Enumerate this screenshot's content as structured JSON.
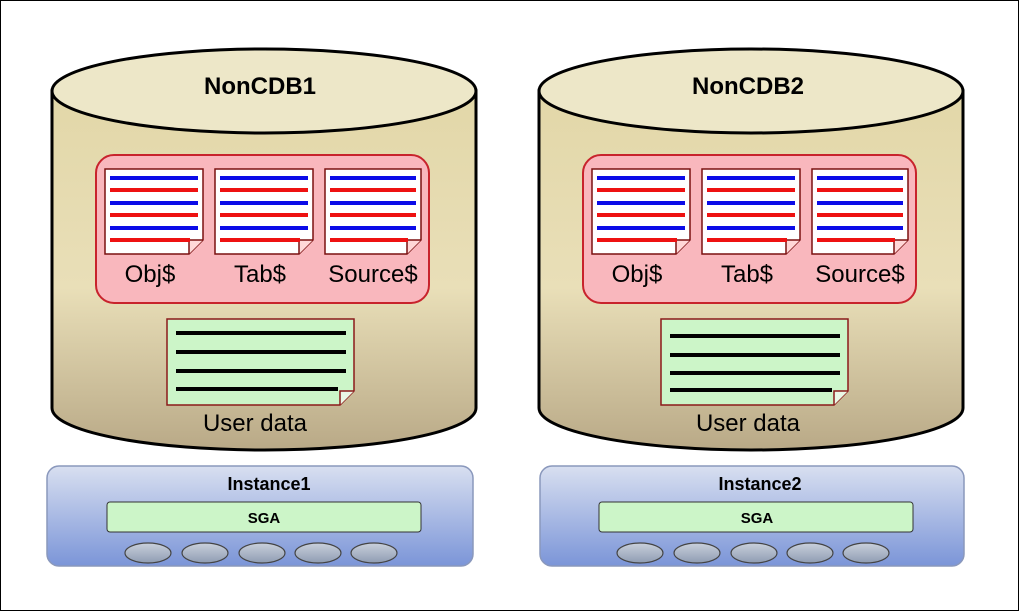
{
  "colors": {
    "cylinder_top": "#ede7c8",
    "cylinder_body": "#e2d7a8",
    "dictionary_box": "#f9b7bd",
    "dictionary_border": "#c8232c",
    "line_blue": "#0b0be8",
    "line_red": "#ee1111",
    "user_data_fill": "#ccf5c8",
    "instance_fill": "#9bb0e0",
    "sga_fill": "#ccf5c8",
    "process_fill": "#aab6c9"
  },
  "databases": [
    {
      "name": "NonCDB1",
      "dictionary": [
        "Obj$",
        "Tab$",
        "Source$"
      ],
      "user_data_label": "User data",
      "instance": {
        "name": "Instance1",
        "sga_label": "SGA",
        "process_count": 5
      }
    },
    {
      "name": "NonCDB2",
      "dictionary": [
        "Obj$",
        "Tab$",
        "Source$"
      ],
      "user_data_label": "User data",
      "instance": {
        "name": "Instance2",
        "sga_label": "SGA",
        "process_count": 5
      }
    }
  ]
}
